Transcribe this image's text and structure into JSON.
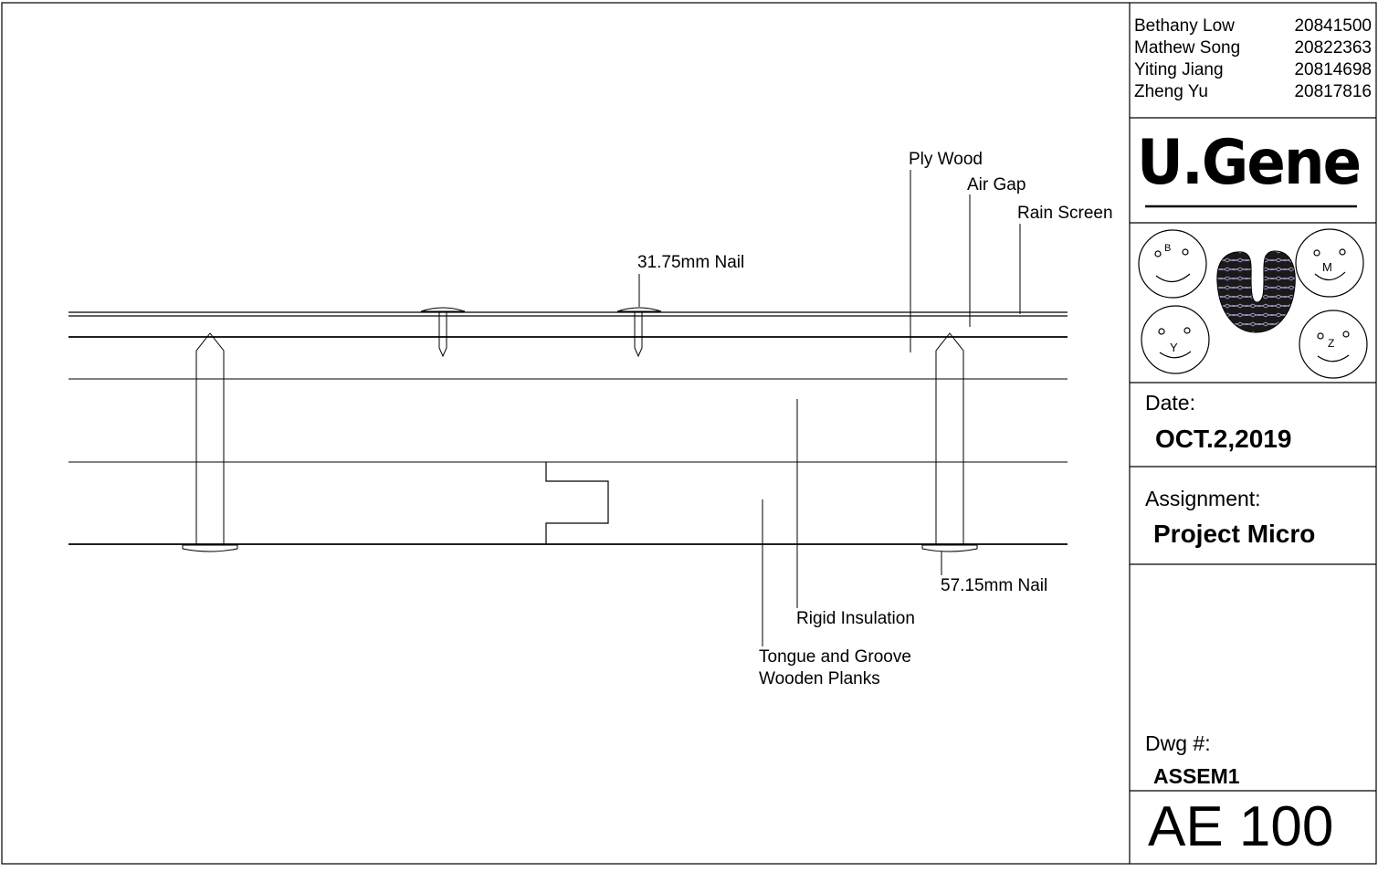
{
  "drawing": {
    "labels": {
      "ply_wood": "Ply Wood",
      "air_gap": "Air Gap",
      "rain_screen": "Rain Screen",
      "nail_small": "31.75mm Nail",
      "nail_large": "57.15mm Nail",
      "rigid_insulation": "Rigid Insulation",
      "planks_line1": "Tongue and Groove",
      "planks_line2": "Wooden Planks"
    }
  },
  "title_block": {
    "team": [
      {
        "name": "Bethany Low",
        "id": "20841500"
      },
      {
        "name": "Mathew Song",
        "id": "20822363"
      },
      {
        "name": "Yiting Jiang",
        "id": "20814698"
      },
      {
        "name": "Zheng Yu",
        "id": "20817816"
      }
    ],
    "logo": "U.Gene",
    "face_letters": [
      "B",
      "M",
      "Y",
      "Z"
    ],
    "date_label": "Date:",
    "date_value": "OCT.2,2019",
    "assignment_label": "Assignment:",
    "assignment_value": "Project Micro",
    "dwg_label": "Dwg #:",
    "dwg_value": "ASSEM1",
    "course_code": "AE 100"
  },
  "colors": {
    "line": "#000000",
    "paper": "#ffffff",
    "dna_bg": "#1a1a1a",
    "dna_accent": "#b9a6d6"
  }
}
